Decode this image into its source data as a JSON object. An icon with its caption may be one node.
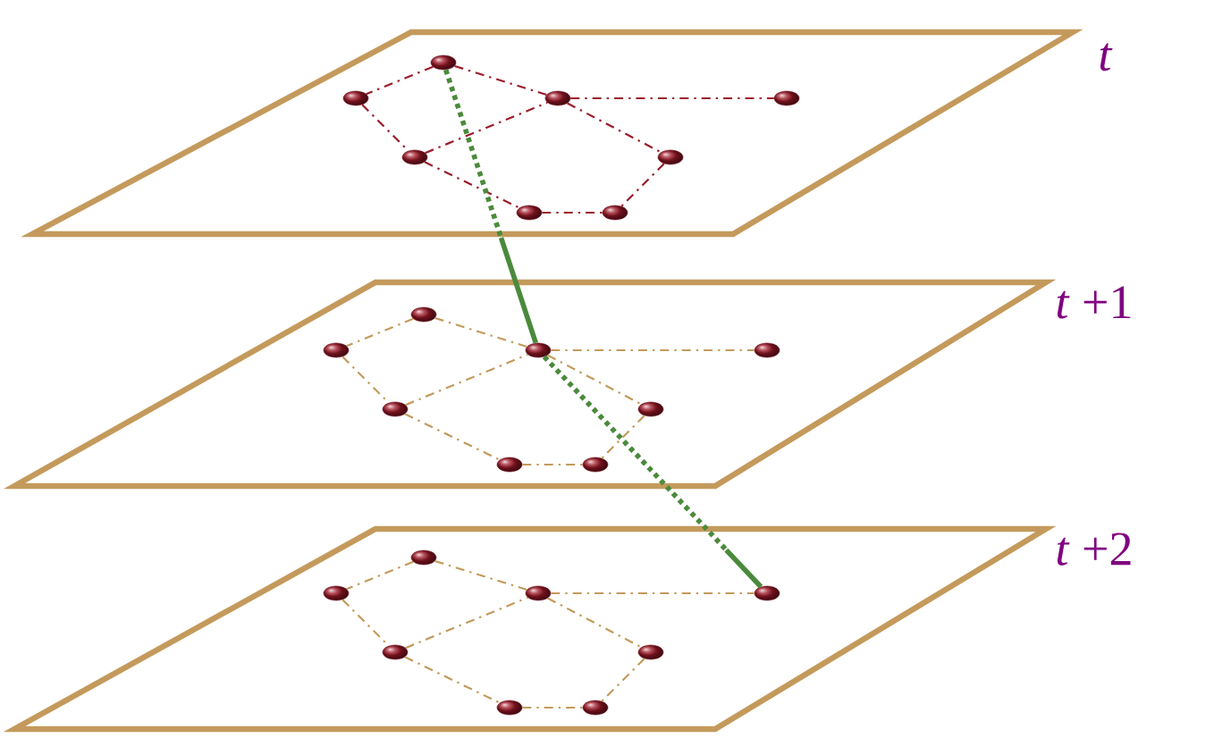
{
  "diagram": {
    "nodes": [
      {
        "text": [],
        "shape": "parallelogram",
        "beside": [
          "*t*"
        ]
      },
      {
        "text": [],
        "shape": "ellipse",
        "in": 0
      },
      {
        "text": [],
        "shape": "ellipse",
        "in": 0
      },
      {
        "text": [],
        "shape": "ellipse",
        "in": 0
      },
      {
        "text": [],
        "shape": "ellipse",
        "in": 0
      },
      {
        "text": [],
        "shape": "ellipse",
        "in": 0
      },
      {
        "text": [],
        "shape": "ellipse",
        "in": 0
      },
      {
        "text": [],
        "shape": "ellipse",
        "in": 0
      },
      {
        "text": [],
        "shape": "ellipse",
        "in": 0
      },
      {
        "text": [],
        "shape": "parallelogram",
        "beside": [
          "*t* +1"
        ]
      },
      {
        "text": [],
        "shape": "ellipse",
        "in": 9
      },
      {
        "text": [],
        "shape": "ellipse",
        "in": 9
      },
      {
        "text": [],
        "shape": "ellipse",
        "in": 9
      },
      {
        "text": [],
        "shape": "ellipse",
        "in": 9
      },
      {
        "text": [],
        "shape": "ellipse",
        "in": 9
      },
      {
        "text": [],
        "shape": "ellipse",
        "in": 9
      },
      {
        "text": [],
        "shape": "ellipse",
        "in": 9
      },
      {
        "text": [],
        "shape": "ellipse",
        "in": 9
      },
      {
        "text": [],
        "shape": "parallelogram",
        "beside": [
          "*t* +2"
        ]
      },
      {
        "text": [],
        "shape": "ellipse",
        "in": 18
      },
      {
        "text": [],
        "shape": "ellipse",
        "in": 18
      },
      {
        "text": [],
        "shape": "ellipse",
        "in": 18
      },
      {
        "text": [],
        "shape": "ellipse",
        "in": 18
      },
      {
        "text": [],
        "shape": "ellipse",
        "in": 18
      },
      {
        "text": [],
        "shape": "ellipse",
        "in": 18
      },
      {
        "text": [],
        "shape": "ellipse",
        "in": 18
      },
      {
        "text": [],
        "shape": "ellipse",
        "in": 18
      }
    ],
    "edges": [
      {
        "from": 1,
        "to": 2,
        "arrow": "none",
        "style": "dashed",
        "color": "#9b1c2a"
      },
      {
        "from": 1,
        "to": 3,
        "arrow": "none",
        "style": "dashed",
        "color": "#9b1c2a"
      },
      {
        "from": 2,
        "to": 5,
        "arrow": "none",
        "style": "dashed",
        "color": "#9b1c2a"
      },
      {
        "from": 5,
        "to": 3,
        "arrow": "none",
        "style": "dashed",
        "color": "#9b1c2a"
      },
      {
        "from": 3,
        "to": 4,
        "arrow": "none",
        "style": "dashed",
        "color": "#9b1c2a"
      },
      {
        "from": 3,
        "to": 6,
        "arrow": "none",
        "style": "dashed",
        "color": "#9b1c2a"
      },
      {
        "from": 5,
        "to": 7,
        "arrow": "none",
        "style": "dashed",
        "color": "#9b1c2a"
      },
      {
        "from": 6,
        "to": 8,
        "arrow": "none",
        "style": "dashed",
        "color": "#9b1c2a"
      },
      {
        "from": 7,
        "to": 8,
        "arrow": "none",
        "style": "dashed",
        "color": "#9b1c2a"
      },
      {
        "from": 10,
        "to": 11,
        "arrow": "none",
        "style": "dashed"
      },
      {
        "from": 10,
        "to": 12,
        "arrow": "none",
        "style": "dashed"
      },
      {
        "from": 11,
        "to": 14,
        "arrow": "none",
        "style": "dashed"
      },
      {
        "from": 14,
        "to": 12,
        "arrow": "none",
        "style": "dashed"
      },
      {
        "from": 12,
        "to": 13,
        "arrow": "none",
        "style": "dashed"
      },
      {
        "from": 12,
        "to": 15,
        "arrow": "none",
        "style": "dashed"
      },
      {
        "from": 14,
        "to": 16,
        "arrow": "none",
        "style": "dashed"
      },
      {
        "from": 15,
        "to": 17,
        "arrow": "none",
        "style": "dashed"
      },
      {
        "from": 16,
        "to": 17,
        "arrow": "none",
        "style": "dashed"
      },
      {
        "from": 19,
        "to": 20,
        "arrow": "none",
        "style": "dashed"
      },
      {
        "from": 19,
        "to": 21,
        "arrow": "none",
        "style": "dashed"
      },
      {
        "from": 20,
        "to": 23,
        "arrow": "none",
        "style": "dashed"
      },
      {
        "from": 23,
        "to": 21,
        "arrow": "none",
        "style": "dashed"
      },
      {
        "from": 21,
        "to": 22,
        "arrow": "none",
        "style": "dashed"
      },
      {
        "from": 21,
        "to": 24,
        "arrow": "none",
        "style": "dashed"
      },
      {
        "from": 23,
        "to": 25,
        "arrow": "none",
        "style": "dashed"
      },
      {
        "from": 24,
        "to": 26,
        "arrow": "none",
        "style": "dashed"
      },
      {
        "from": 25,
        "to": 26,
        "arrow": "none",
        "style": "dashed"
      },
      {
        "from": 1,
        "to": 12,
        "arrow": "none",
        "style": "dashed",
        "color": "#4b8a3c"
      },
      {
        "from": 12,
        "to": 22,
        "arrow": "none",
        "style": "dashed",
        "color": "#4b8a3c"
      }
    ]
  }
}
